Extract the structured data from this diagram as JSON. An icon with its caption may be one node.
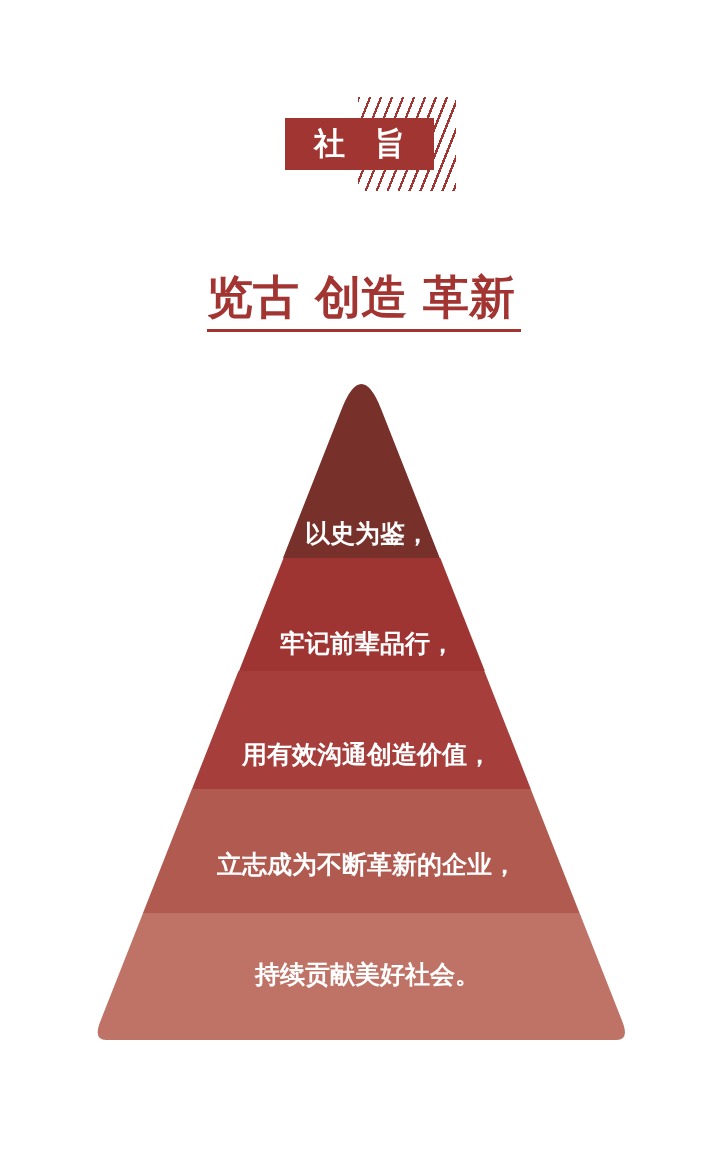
{
  "diagram": {
    "title": "览古 创造 革新",
    "nodes": [
      {
        "text": [
          "社 旨"
        ]
      },
      {
        "text": [
          "以史为鉴，"
        ]
      },
      {
        "text": [
          "牢记前辈品行，"
        ]
      },
      {
        "text": [
          "用有效沟通创造价值，"
        ]
      },
      {
        "text": [
          "立志成为不断革新的企业，"
        ]
      },
      {
        "text": [
          "持续贡献美好社会。"
        ]
      }
    ]
  }
}
